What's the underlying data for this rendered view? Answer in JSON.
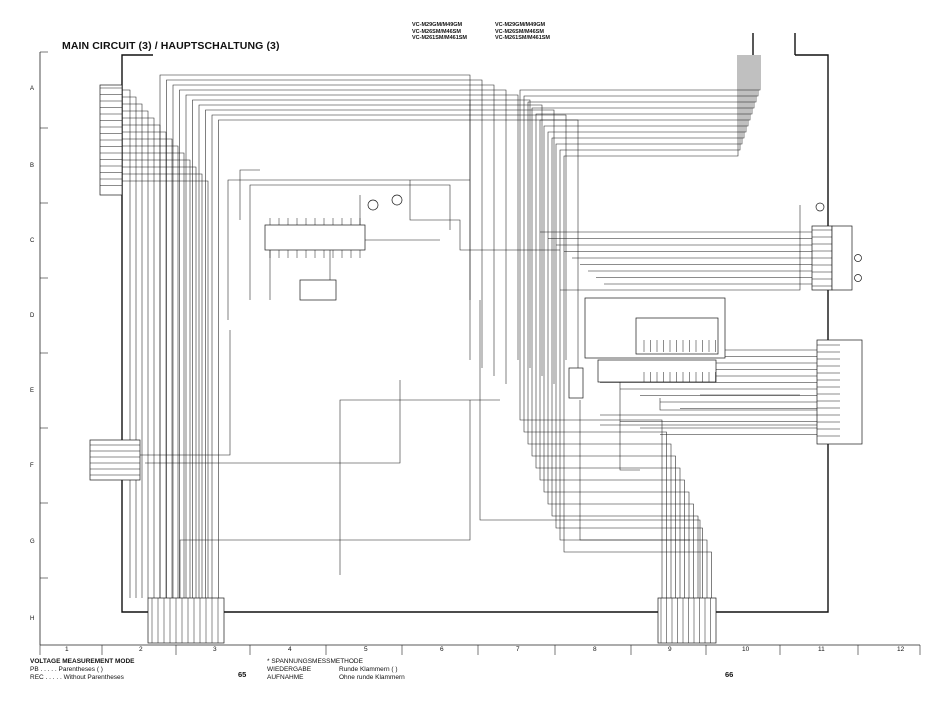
{
  "header": {
    "models_left": [
      "VC-M29GM/M49GM",
      "VC-M26SM/M46SM",
      "VC-M261SM/M461SM"
    ],
    "models_right": [
      "VC-M29GM/M49GM",
      "VC-M26SM/M46SM",
      "VC-M261SM/M461SM"
    ],
    "title": "MAIN CIRCUIT (3) / HAUPTSCHALTUNG (3)"
  },
  "grid": {
    "rows": [
      "A",
      "B",
      "C",
      "D",
      "E",
      "F",
      "G",
      "H"
    ],
    "columns": [
      "1",
      "2",
      "3",
      "4",
      "5",
      "6",
      "7",
      "8",
      "9",
      "10",
      "11",
      "12"
    ]
  },
  "footer": {
    "left": {
      "heading": "VOLTAGE MEASUREMENT MODE",
      "pb": "PB . . . . . Parentheses (     )",
      "rec": "REC . . . . . Without Parentheses"
    },
    "page_left": "65",
    "middle": {
      "heading": "* SPANNUNGSMESSMETHODE",
      "wiedergabe_label": "WIEDERGABE",
      "wiedergabe_text": "Runde Klammern (     )",
      "aufnahme_label": "AUFNAHME",
      "aufnahme_text": "Ohne runde Klammern"
    },
    "page_right": "66"
  }
}
